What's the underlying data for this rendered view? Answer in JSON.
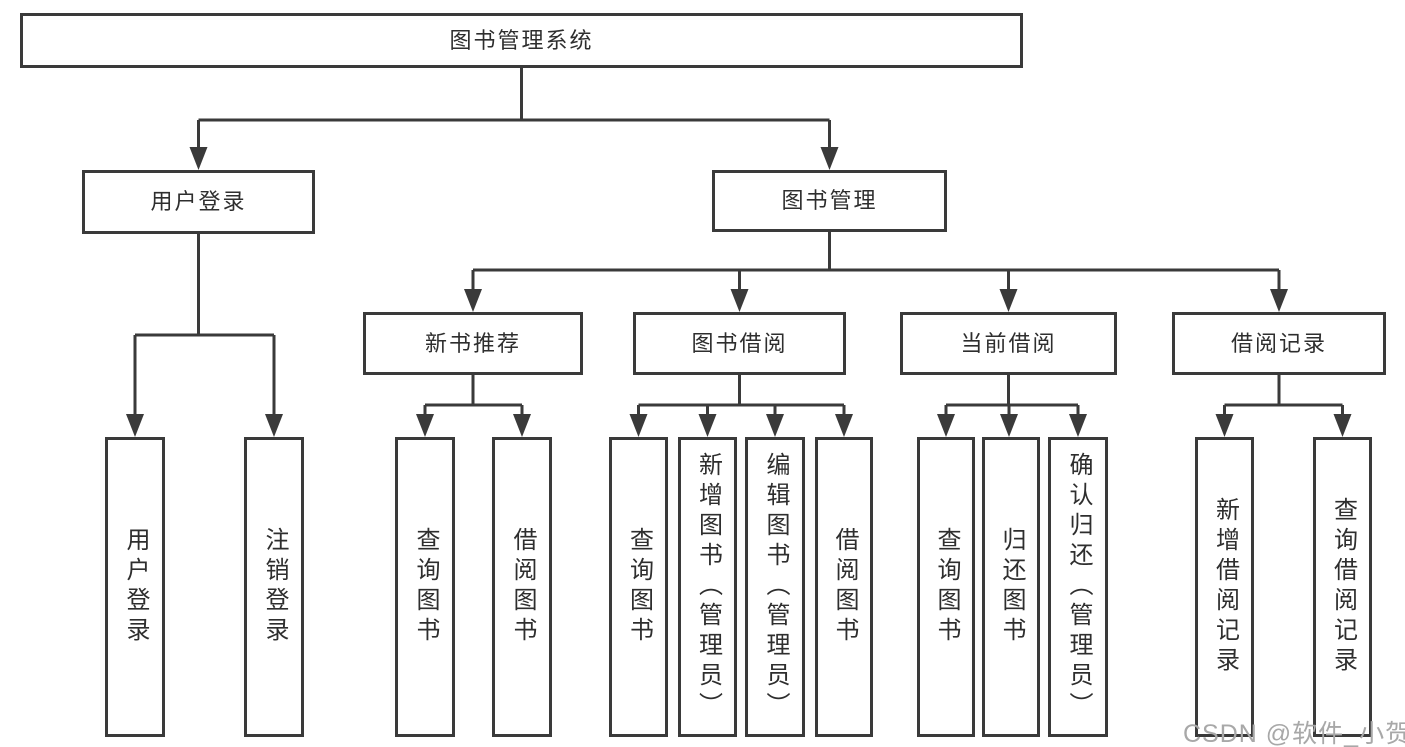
{
  "diagram": {
    "root": "图书管理系统",
    "level2": {
      "userLogin": "用户登录",
      "bookMgmt": "图书管理"
    },
    "level3": {
      "newBooks": "新书推荐",
      "bookBorrow": "图书借阅",
      "currentBorrow": "当前借阅",
      "borrowRecords": "借阅记录"
    },
    "leaves": {
      "userLogin": "用户登录",
      "logout": "注销登录",
      "queryBooksNew": "查询图书",
      "borrowBooksNew": "借阅图书",
      "queryBooksBorrow": "查询图书",
      "addBooksAdmin": "新增图书（管理员）",
      "editBooksAdmin": "编辑图书（管理员）",
      "borrowBooksBorrow": "借阅图书",
      "queryBooksCurrent": "查询图书",
      "returnBooks": "归还图书",
      "confirmReturnAdmin": "确认归还（管理员）",
      "addBorrowRecord": "新增借阅记录",
      "queryBorrowRecord": "查询借阅记录"
    },
    "watermark": "CSDN @软件_小贺同学",
    "colors": {
      "line": "#3a3a3a",
      "text": "#2e2e2e",
      "watermark": "#a8a8a8",
      "background": "#ffffff"
    }
  }
}
